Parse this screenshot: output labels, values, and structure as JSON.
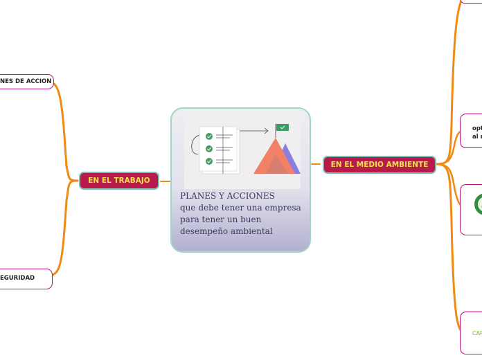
{
  "center": {
    "title": "PLANES Y ACCIONES",
    "subtitle": "que debe tener una empresa para tener un buen desempeño ambiental"
  },
  "branches": {
    "trabajo": "EN EL TRABAJO",
    "medio_ambiente": "EN EL MEDIO AMBIENTE"
  },
  "left_leaves": {
    "planes": "NES DE ACCION",
    "seguridad": "EGURIDAD"
  },
  "right_leaves": {
    "opt_line1": "opt",
    "opt_line2": "al n",
    "car": "CAR"
  },
  "colors": {
    "branch_fill": "#b71b4a",
    "branch_text": "#f2e34a",
    "connector": "#f08a12",
    "leaf_border": "#b7117a",
    "center_border": "#9fd6c8"
  },
  "icons": [
    "checklist-illustration",
    "mountain-flag-illustration",
    "recycle-globe-icon"
  ]
}
